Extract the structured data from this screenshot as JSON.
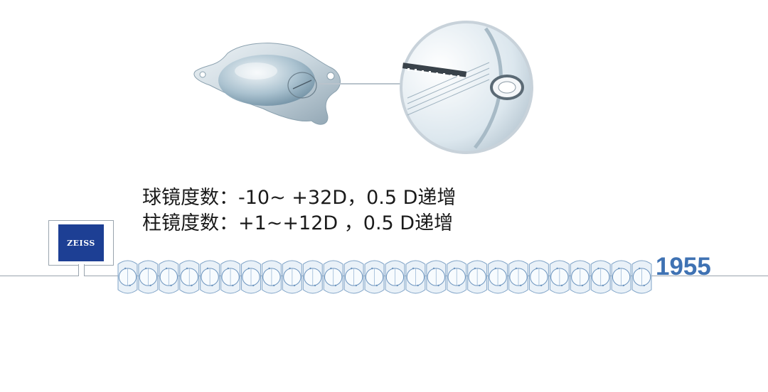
{
  "specs": {
    "sphere": "球镜度数：-10~ +32D，0.5 D递增",
    "cylinder": "柱镜度数：+1~+12D ，0.5 D递增"
  },
  "logo": {
    "text": "ZEISS",
    "color": "#1d3f94"
  },
  "timeline": {
    "year": "1955",
    "year_color": "#3f72b3",
    "lens_count": 26
  },
  "icons": [
    "lens-illustration",
    "magnified-detail",
    "zeiss-logo",
    "lens-strip"
  ]
}
